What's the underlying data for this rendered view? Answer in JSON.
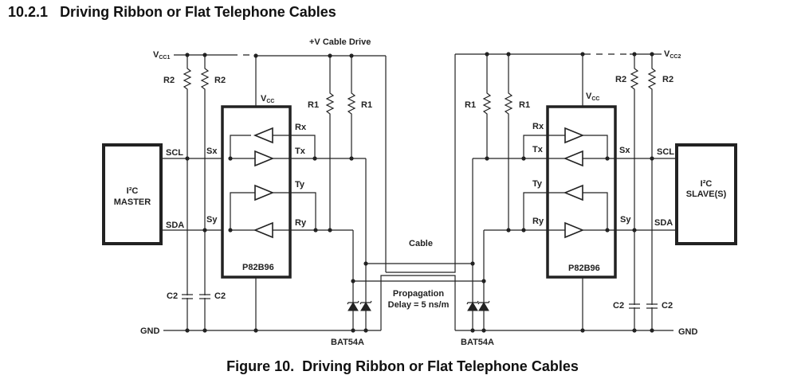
{
  "section": {
    "number": "10.2.1",
    "title": "Driving Ribbon or Flat Telephone Cables"
  },
  "caption": {
    "text": "Figure 10.  Driving Ribbon or Flat Telephone Cables"
  },
  "labels": {
    "cable_drive": "+V Cable Drive",
    "vcc1_main": "V",
    "vcc1_sub": "CC1",
    "vcc2_main": "V",
    "vcc2_sub": "CC2",
    "vcc_main": "V",
    "vcc_sub": "CC",
    "r1": "R1",
    "r2": "R2",
    "c2": "C2",
    "gnd": "GND",
    "scl": "SCL",
    "sda": "SDA",
    "sx": "Sx",
    "sy": "Sy",
    "rx": "Rx",
    "tx": "Tx",
    "ty": "Ty",
    "ry": "Ry",
    "ic_name": "P82B96",
    "cable": "Cable",
    "propagation_line1": "Propagation",
    "propagation_line2": "Delay = 5 ns/m",
    "diode": "BAT54A",
    "master_line1": "I²C",
    "master_line2": "MASTER",
    "slave_line1": "I²C",
    "slave_line2": "SLAVE(S)"
  },
  "colors": {
    "ink": "#222222",
    "background": "#ffffff"
  }
}
